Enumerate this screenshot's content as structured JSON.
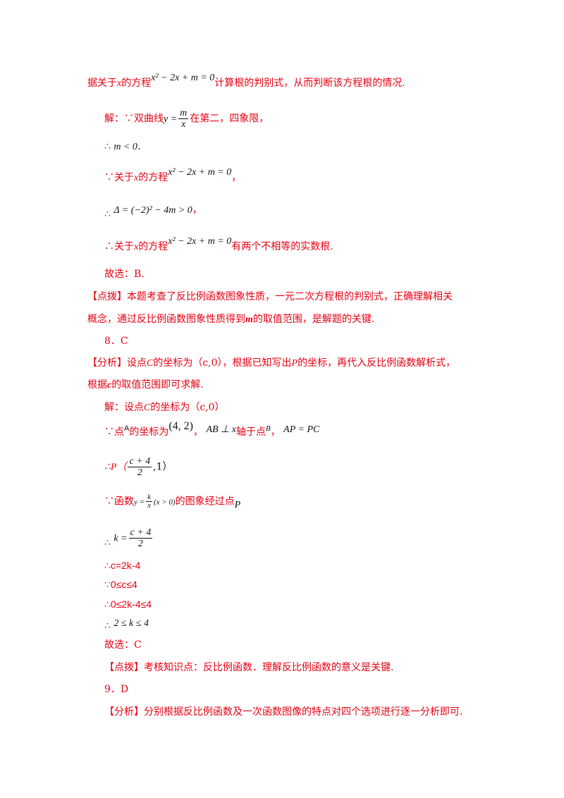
{
  "l1": {
    "pre": "据关于",
    "x": "x",
    "mid": "的方程",
    "eq": "x² − 2x + m = 0",
    "post": "计算根的判别式，从而判断该方程根的情况."
  },
  "l2": {
    "pre": "解：∵双曲线",
    "y": "y =",
    "num": "m",
    "den": "x",
    "post": "在第二，四象限，"
  },
  "l3": {
    "sym": "∴",
    "math": "m < 0",
    "post": "."
  },
  "l4": {
    "pre": "∵关于",
    "x": "x",
    "mid": "的方程",
    "eq": "x² − 2x + m = 0",
    "post": "，"
  },
  "l5": {
    "sym": "∴",
    "math": "Δ = (−2)² − 4m > 0",
    "post": "，"
  },
  "l6": {
    "pre": "∴关于",
    "x": "x",
    "mid": "的方程",
    "eq": "x² − 2x + m = 0",
    "post": "有两个不相等的实数根."
  },
  "l7": {
    "text": "故选：B."
  },
  "l8": {
    "tag": "【点拨】",
    "text": "本题考查了反比例函数图象性质，一元二次方程根的判别式，正确理解相关"
  },
  "l9": {
    "pre": "概念，通过反比例函数图象性质得到",
    "m": "m",
    "post": "的取值范围，是解题的关键."
  },
  "l10": {
    "text": "8．C"
  },
  "l11": {
    "tag": "【分析】",
    "pre": "设点",
    "c": "C",
    "mid": "的坐标为（c,0），根据已知写出",
    "p": "P",
    "post": "的坐标，再代入反比例函数解析式，"
  },
  "l12": {
    "pre": "根据",
    "c": "c",
    "post": "的取值范围即可求解."
  },
  "l13": {
    "pre": "解：设点",
    "c": "C",
    "post": "的坐标为（c,0）"
  },
  "l14": {
    "pre": "∵点",
    "a": "A",
    "mid": "的坐标为",
    "coord": "(4, 2)",
    "sep": "，",
    "perp": "AB ⊥ x",
    "mid2": "轴于点",
    "b": "B",
    "sep2": "，",
    "eq": "AP = PC"
  },
  "l15": {
    "pre": "∴P（",
    "num": "c + 4",
    "den": "2",
    "post": ",1）"
  },
  "l16": {
    "pre": "∵函数",
    "y": "y =",
    "num": "k",
    "den": "x",
    "cond": "(x > 0)",
    "post": "的图象经过点",
    "p": "P"
  },
  "l17": {
    "sym": "∴",
    "k": "k =",
    "num": "c + 4",
    "den": "2"
  },
  "l18": {
    "text": "∴c=2k-4"
  },
  "l19": {
    "text": "∵0≤c≤4"
  },
  "l20": {
    "text": "∴0≤2k-4≤4"
  },
  "l21": {
    "sym": "∴",
    "math": "2 ≤ k ≤ 4"
  },
  "l22": {
    "text": "故选：C"
  },
  "l23": {
    "tag": "【点拨】",
    "text": "考核知识点：反比例函数．理解反比例函数的意义是关键."
  },
  "l24": {
    "text": "9．D"
  },
  "l25": {
    "tag": "【分析】",
    "text": "分别根据反比例函数及一次函数图像的特点对四个选项进行逐一分析即可."
  }
}
